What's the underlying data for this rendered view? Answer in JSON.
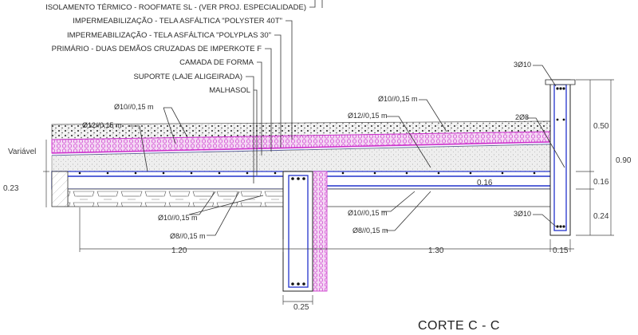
{
  "labels": {
    "isolamento": "ISOLAMENTO TÉRMICO - ROOFMATE SL - (VER PROJ. ESPECIALIDADE)",
    "imper_40t": "IMPERMEABILIZAÇÃO - TELA ASFÁLTICA \"POLYSTER 40T\"",
    "imper_30": "IMPERMEABILIZAÇÃO - TELA ASFÁLTICA \"POLYPLAS 30\"",
    "primario": "PRIMÁRIO - DUAS DEMÃOS CRUZADAS DE IMPERKOTE F",
    "camada_forma": "CAMADA DE FORMA",
    "suporte": "SUPORTE (LAJE ALIGEIRADA)",
    "malhasol": "MALHASOL"
  },
  "rebar": {
    "top_left": "Ø12//0,15 m",
    "top_left2": "Ø10//0,15 m",
    "top_mid": "Ø12//0,15 m",
    "top_right": "Ø10//0,15 m",
    "bot_left1": "Ø10//0,15 m",
    "bot_left2": "Ø8//0,15 m",
    "bot_mid1": "Ø10//0,15 m",
    "bot_mid2": "Ø8//0,15 m",
    "upstand_top": "3Ø10",
    "upstand_mid": "2Ø8",
    "upstand_bot": "3Ø10"
  },
  "dimensions": {
    "variavel": "Variável",
    "slab_thickness": "0.23",
    "left_span": "1.20",
    "right_span": "1.30",
    "upstand_width": "0.15",
    "beam_width": "0.25",
    "dim_050": "0.50",
    "dim_090": "0.90",
    "dim_016a": "0.16",
    "dim_016b": "0.16",
    "dim_024": "0.24"
  },
  "title": "CORTE  C - C",
  "colors": {
    "rebar": "#2233cc",
    "membrane": "#cc33cc",
    "insulation_fill": "#f2d6f2",
    "screed": "#e8e8e8"
  }
}
